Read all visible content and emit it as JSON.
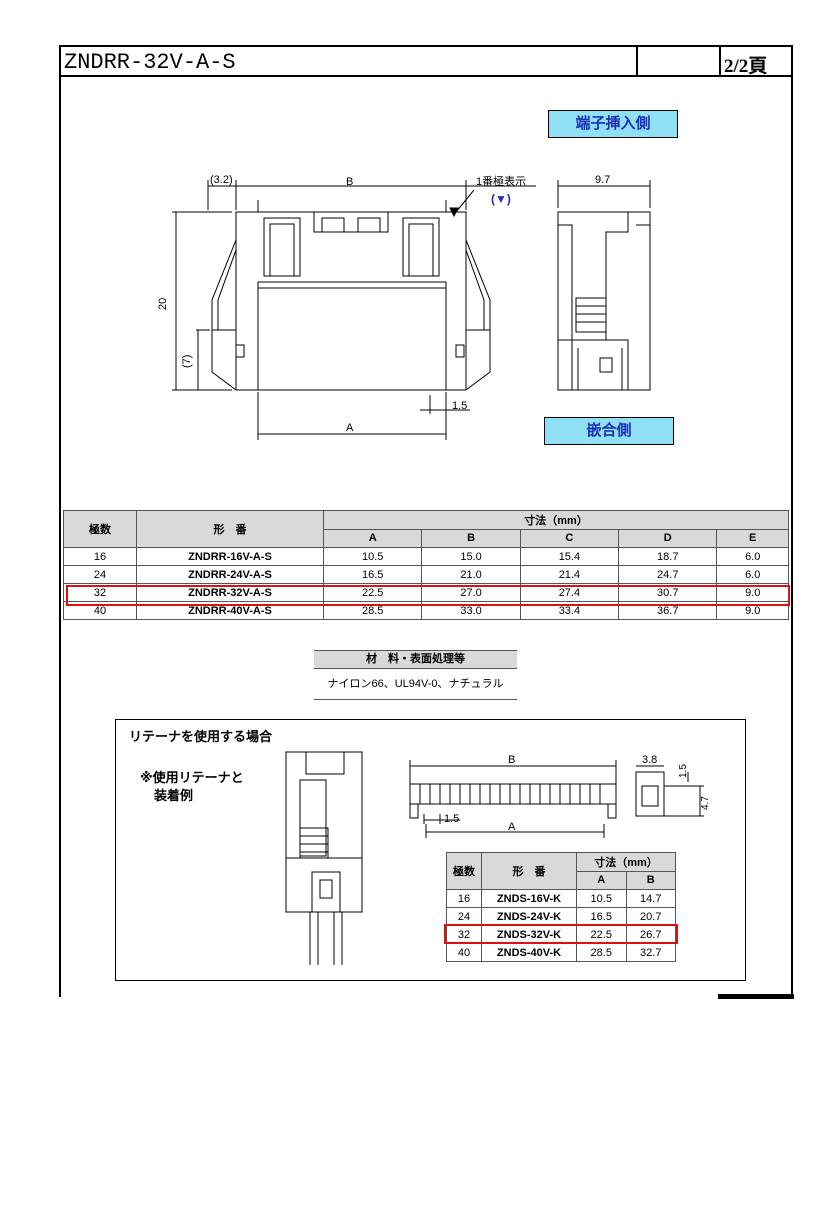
{
  "header": {
    "part_number": "ZNDRR-32V-A-S",
    "page": "2/2頁"
  },
  "labels": {
    "insertion_side": "端子挿入側",
    "mating_side": "嵌合側"
  },
  "drawing": {
    "dim_32": "(3.2)",
    "dim_B": "B",
    "pin1_mark": "1番極表示",
    "pin1_symbol": "(▼)",
    "dim_97": "9.7",
    "dim_20": "20",
    "dim_7": "(7)",
    "dim_15": "1.5",
    "dim_A": "A"
  },
  "spec_table": {
    "col_poles": "極数",
    "col_model": "形　番",
    "col_dims": "寸法（mm）",
    "sub_cols": [
      "A",
      "B",
      "C",
      "D",
      "E"
    ],
    "rows": [
      {
        "poles": "16",
        "model": "ZNDRR-16V-A-S",
        "A": "10.5",
        "B": "15.0",
        "C": "15.4",
        "D": "18.7",
        "E": "6.0"
      },
      {
        "poles": "24",
        "model": "ZNDRR-24V-A-S",
        "A": "16.5",
        "B": "21.0",
        "C": "21.4",
        "D": "24.7",
        "E": "6.0"
      },
      {
        "poles": "32",
        "model": "ZNDRR-32V-A-S",
        "A": "22.5",
        "B": "27.0",
        "C": "27.4",
        "D": "30.7",
        "E": "9.0"
      },
      {
        "poles": "40",
        "model": "ZNDRR-40V-A-S",
        "A": "28.5",
        "B": "33.0",
        "C": "33.4",
        "D": "36.7",
        "E": "9.0"
      }
    ],
    "highlight_row": 2
  },
  "material": {
    "header": "材　料・表面処理等",
    "value": "ナイロン66、UL94V-0、ナチュラル"
  },
  "retainer": {
    "title": "リテーナを使用する場合",
    "note_line1": "※使用リテーナと",
    "note_line2": "装着例",
    "dim_B": "B",
    "dim_38": "3.8",
    "dim_15a": "1.5",
    "dim_47": "4.7",
    "dim_15b": "1.5",
    "dim_A": "A",
    "table": {
      "col_poles": "極数",
      "col_model": "形　番",
      "col_dims": "寸法（mm）",
      "sub_cols": [
        "A",
        "B"
      ],
      "rows": [
        {
          "poles": "16",
          "model": "ZNDS-16V-K",
          "A": "10.5",
          "B": "14.7"
        },
        {
          "poles": "24",
          "model": "ZNDS-24V-K",
          "A": "16.5",
          "B": "20.7"
        },
        {
          "poles": "32",
          "model": "ZNDS-32V-K",
          "A": "22.5",
          "B": "26.7"
        },
        {
          "poles": "40",
          "model": "ZNDS-40V-K",
          "A": "28.5",
          "B": "32.7"
        }
      ]
    }
  },
  "colors": {
    "label_bg": "#8fe0f5",
    "label_text": "#1d2fb8",
    "highlight": "#dd1111",
    "pin_mark": "#1d2fb8"
  }
}
